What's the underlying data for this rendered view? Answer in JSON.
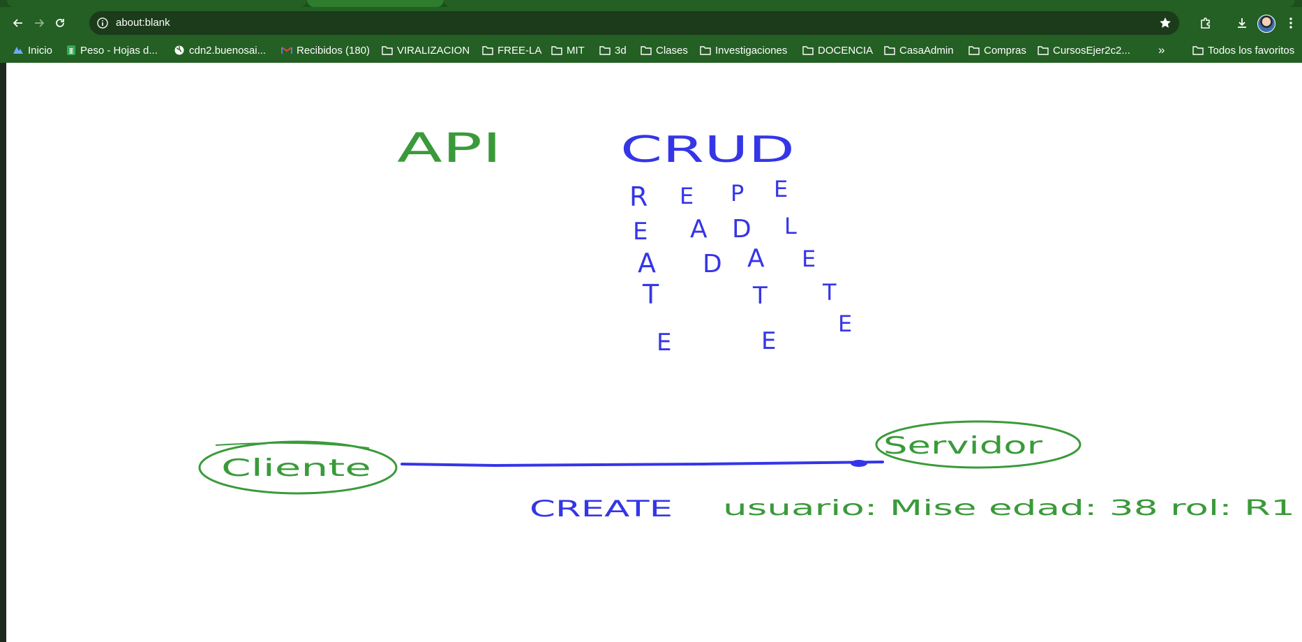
{
  "browser": {
    "address": "about:blank",
    "colors": {
      "frame": "#245f24",
      "frame_dark": "#1e4d1e",
      "omnibox": "#1b3b1b"
    }
  },
  "bookmarks": [
    {
      "label": "Inicio",
      "icon": "app-icon"
    },
    {
      "label": "Peso - Hojas d...",
      "icon": "sheets-icon"
    },
    {
      "label": "cdn2.buenosai...",
      "icon": "globe-icon"
    },
    {
      "label": "Recibidos (180)",
      "icon": "gmail-icon"
    },
    {
      "label": "VIRALIZACION",
      "icon": "folder-icon"
    },
    {
      "label": "FREE-LA",
      "icon": "folder-icon"
    },
    {
      "label": "MIT",
      "icon": "folder-icon"
    },
    {
      "label": "3d",
      "icon": "folder-icon"
    },
    {
      "label": "Clases",
      "icon": "folder-icon"
    },
    {
      "label": "Investigaciones",
      "icon": "folder-icon"
    },
    {
      "label": "DOCENCIA",
      "icon": "folder-icon"
    },
    {
      "label": "CasaAdmin",
      "icon": "folder-icon"
    },
    {
      "label": "Compras",
      "icon": "folder-icon"
    },
    {
      "label": "CursosEjer2c2...",
      "icon": "folder-icon"
    }
  ],
  "bookmarks_overflow": "»",
  "all_bookmarks": {
    "label": "Todos los favoritos",
    "icon": "folder-icon"
  },
  "drawing": {
    "ink_colors": {
      "green": "#3a9a3a",
      "blue": "#3535e8"
    },
    "title": "API",
    "crud_word": "CRUD",
    "crud_columns": [
      [
        "R",
        "E",
        "A",
        "T",
        "E"
      ],
      [
        "E",
        "A",
        "D"
      ],
      [
        "P",
        "D",
        "A",
        "T",
        "E"
      ],
      [
        "E",
        "L",
        "E",
        "T",
        "E"
      ]
    ],
    "client_label": "Cliente",
    "server_label": "Servidor",
    "request_verb": "CREATE",
    "request_payload": "usuario: Mise edad: 38 rol: R1"
  }
}
